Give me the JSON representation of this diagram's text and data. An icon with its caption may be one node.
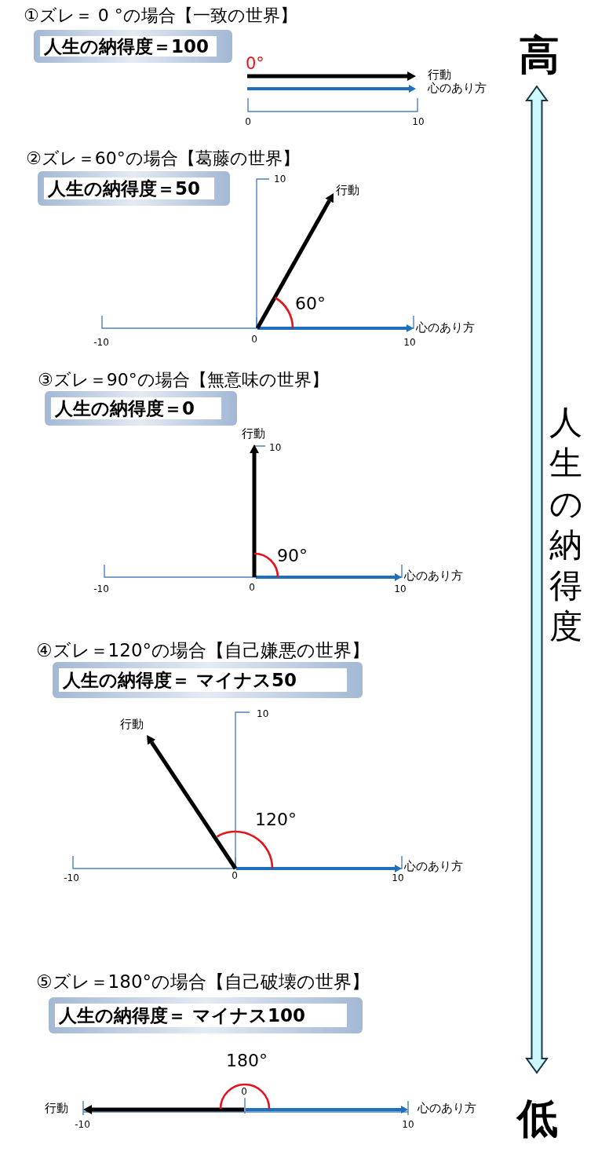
{
  "diagram": {
    "nodes": [
      {
        "text": [
          "①ズレ＝ 0 °の場合【一致の世界】",
          "人生の納得度＝100"
        ]
      },
      {
        "text": [
          "②ズレ＝60°の場合【葛藤の世界】",
          "人生の納得度＝50"
        ]
      },
      {
        "text": [
          "③ズレ＝90°の場合【無意味の世界】",
          "人生の納得度＝0"
        ]
      },
      {
        "text": [
          "④ズレ＝120°の場合【自己嫌悪の世界】",
          "人生の納得度＝ マイナス50"
        ]
      },
      {
        "text": [
          "⑤ズレ＝180°の場合【自己破壊の世界】",
          "人生の納得度＝ マイナス100"
        ]
      },
      {
        "text": [
          "高"
        ]
      },
      {
        "text": [
          "低"
        ]
      }
    ],
    "edges": [
      {
        "from": 5,
        "to": 6,
        "arrow": "both",
        "label": "人生の納得度"
      }
    ],
    "labels": [
      "0°",
      "行動",
      "心のあり方",
      "0",
      "10",
      "10",
      "行動",
      "60°",
      "心のあり方",
      "-10",
      "0",
      "10",
      "行動",
      "10",
      "90°",
      "心のあり方",
      "-10",
      "0",
      "10",
      "10",
      "行動",
      "120°",
      "心のあり方",
      "-10",
      "0",
      "10",
      "180°",
      "0",
      "行動",
      "心のあり方",
      "-10",
      "10"
    ]
  }
}
